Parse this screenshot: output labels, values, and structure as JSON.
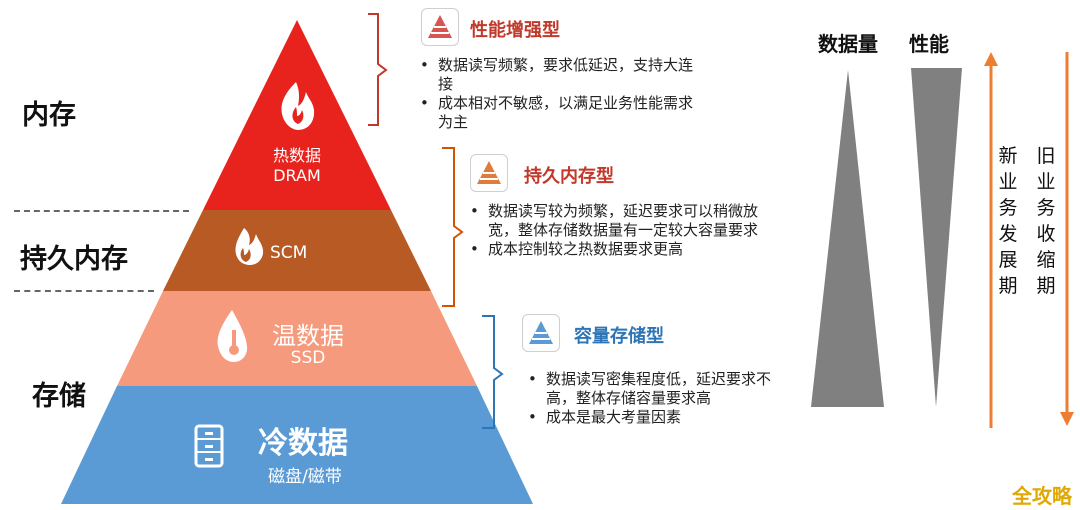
{
  "side_labels": {
    "memory": "内存",
    "pmem": "持久内存",
    "storage": "存储"
  },
  "layers": {
    "hot": {
      "title": "热数据",
      "sub": "DRAM"
    },
    "scm": {
      "title": "SCM"
    },
    "warm": {
      "title": "温数据",
      "sub": "SSD"
    },
    "cold": {
      "title": "冷数据",
      "sub": "磁盘/磁带"
    }
  },
  "categories": {
    "perf": {
      "title": "性能增强型",
      "bullets": [
        "数据读写频繁，要求低延迟，支持大连接",
        "成本相对不敏感，以满足业务性能需求为主"
      ]
    },
    "pmem": {
      "title": "持久内存型",
      "bullets": [
        "数据读写较为频繁，延迟要求可以稍微放宽，整体存储数据量有一定较大容量要求",
        "成本控制较之热数据要求更高"
      ]
    },
    "capacity": {
      "title": "容量存储型",
      "bullets": [
        "数据读写密集程度低，延迟要求不高，整体存储容量要求高",
        "成本是最大考量因素"
      ]
    }
  },
  "right": {
    "data_volume": "数据量",
    "performance": "性能",
    "new_business": "新业务发展期",
    "old_business": "旧业务收缩期"
  },
  "watermark": "全攻略",
  "colors": {
    "hot": "#e8231d",
    "scm": "#b85a24",
    "warm": "#f59a7c",
    "cold": "#5b9bd5",
    "accent": "#c0392b",
    "arrow": "#ed7d31"
  }
}
